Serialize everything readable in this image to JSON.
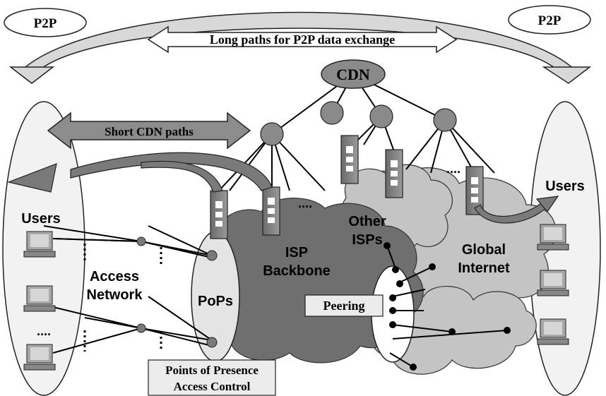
{
  "labels": {
    "p2p_left": "P2P",
    "p2p_right": "P2P",
    "long_paths": "Long paths for P2P data exchange",
    "cdn": "CDN",
    "short_cdn": "Short CDN paths",
    "users_left": "Users",
    "users_right": "Users",
    "access_network_1": "Access",
    "access_network_2": "Network",
    "pops": "PoPs",
    "isp_backbone_1": "ISP",
    "isp_backbone_2": "Backbone",
    "other_isps_1": "Other",
    "other_isps_2": "ISPs",
    "global_internet_1": "Global",
    "global_internet_2": "Internet",
    "peering": "Peering",
    "pop_access_1": "Points of Presence",
    "pop_access_2": "Access Control",
    "ellipsis": "....",
    "ellipsis_left": "...."
  }
}
